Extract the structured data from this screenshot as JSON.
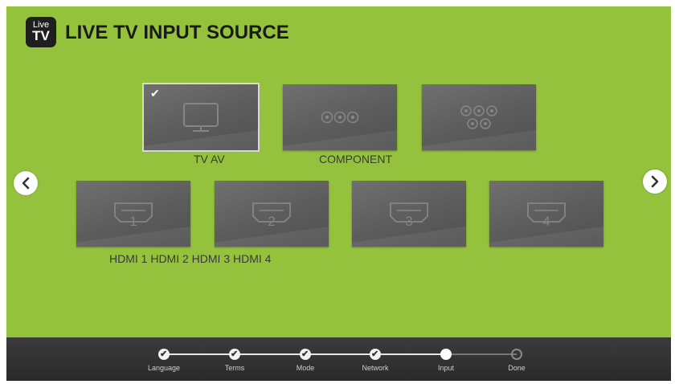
{
  "header": {
    "logo_line1": "Live",
    "logo_line2": "TV",
    "title": "LIVE TV INPUT SOURCE"
  },
  "sources_row1": [
    {
      "id": "tv-av",
      "selected": true,
      "icon": "tv-monitor-icon"
    },
    {
      "id": "component",
      "selected": false,
      "icon": "component-3-jacks-icon"
    },
    {
      "id": "component-5",
      "selected": false,
      "icon": "component-5-jacks-icon"
    }
  ],
  "sources_row2": [
    {
      "id": "hdmi-1",
      "number": "1",
      "icon": "hdmi-port-icon"
    },
    {
      "id": "hdmi-2",
      "number": "2",
      "icon": "hdmi-port-icon"
    },
    {
      "id": "hdmi-3",
      "number": "3",
      "icon": "hdmi-port-icon"
    },
    {
      "id": "hdmi-4",
      "number": "4",
      "icon": "hdmi-port-icon"
    }
  ],
  "labels": {
    "tv_av": "TV AV",
    "component": "COMPONENT",
    "hdmi": "HDMI 1 HDMI 2 HDMI 3 HDMI 4"
  },
  "selected_mark": "✔",
  "nav": {
    "prev_icon": "chevron-left-icon",
    "next_icon": "chevron-right-icon"
  },
  "progress": {
    "check_mark": "✔",
    "steps": [
      {
        "label": "Language",
        "state": "done"
      },
      {
        "label": "Terms",
        "state": "done"
      },
      {
        "label": "Mode",
        "state": "done"
      },
      {
        "label": "Network",
        "state": "done"
      },
      {
        "label": "Input",
        "state": "current"
      },
      {
        "label": "Done",
        "state": "pending"
      }
    ]
  },
  "colors": {
    "background": "#94c23c",
    "footer": "#333333",
    "tile": "#5f5f5f",
    "tile_icon": "#858585",
    "title_text": "#1a1a1a"
  }
}
